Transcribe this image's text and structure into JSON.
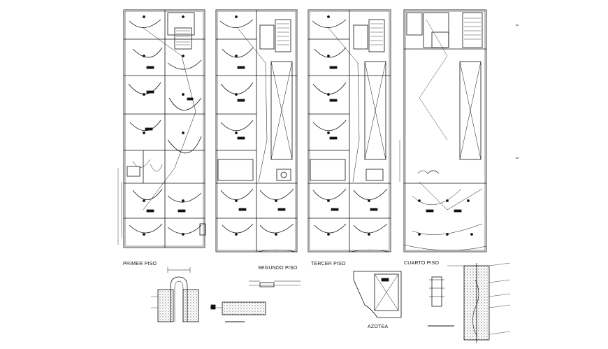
{
  "labels": {
    "plan1": "PRIMER PISO",
    "plan2": "SEGUNDO PISO",
    "plan3": "TERCER PISO",
    "plan4": "CUARTO PISO",
    "roof": "AZOTEA"
  },
  "colors": {
    "line": "#111111",
    "background": "#ffffff"
  }
}
